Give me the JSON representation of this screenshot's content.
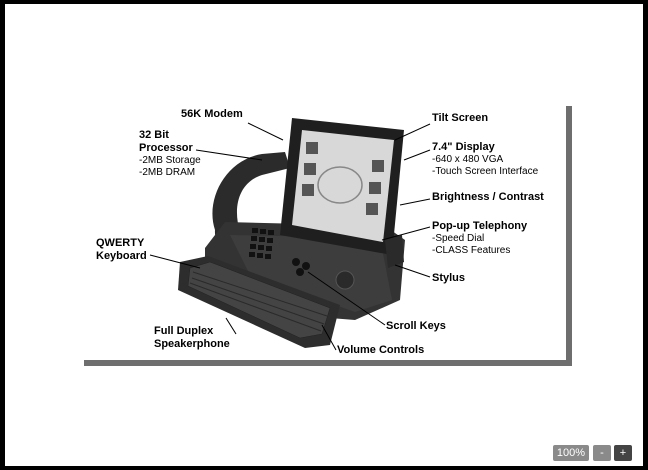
{
  "labels": {
    "modem": "56K Modem",
    "processor_line1": "32 Bit",
    "processor_line2": "Processor",
    "processor_sub1": "-2MB Storage",
    "processor_sub2": "-2MB DRAM",
    "tilt": "Tilt Screen",
    "display": "7.4\" Display",
    "display_sub1": "-640 x 480 VGA",
    "display_sub2": "-Touch Screen Interface",
    "brightness": "Brightness / Contrast",
    "telephony": "Pop-up Telephony",
    "telephony_sub1": "-Speed Dial",
    "telephony_sub2": "-CLASS Features",
    "keyboard_line1": "QWERTY",
    "keyboard_line2": "Keyboard",
    "stylus": "Stylus",
    "scroll": "Scroll Keys",
    "speaker_line1": "Full Duplex",
    "speaker_line2": "Speakerphone",
    "volume": "Volume Controls"
  },
  "zoom": {
    "level": "100%",
    "minus": "-",
    "plus": "+"
  }
}
